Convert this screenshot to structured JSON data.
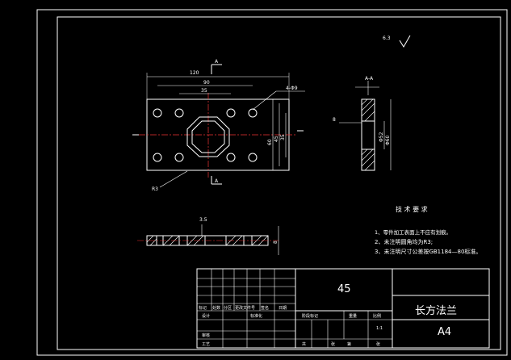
{
  "drawing": {
    "roughness_top": "6.3",
    "tech_title": "技 术 要 求",
    "requirements": [
      "1、零件加工表面上不应有划痕。",
      "2、未注明圆角均为R3;",
      "3、未注明尺寸公差按GB1184—80标准。"
    ],
    "front_view": {
      "dim_overall_width": "120",
      "dim_hole_span": "90",
      "dim_inner_span": "35",
      "dim_height_outer": "60",
      "dim_height_mid": "45",
      "dim_height_inner": "35",
      "callout_holes": "4-Φ9",
      "callout_chamfer": "R3",
      "section_mark": "A"
    },
    "side_view": {
      "section_label": "A-A",
      "dim_thickness": "8",
      "dim_d1": "Φ52",
      "dim_d2": "Φ60"
    },
    "bottom_view": {
      "dim_depth": "8",
      "label": "3.5"
    },
    "title_block": {
      "material": "45",
      "part_name": "长方法兰",
      "sheet_size": "A4",
      "scale": "1:1",
      "col_labels": [
        "标记",
        "处数",
        "分区",
        "更改文件号",
        "签名",
        "日期"
      ],
      "row_design": "设计",
      "row_standard": "标准化",
      "row_review": "审核",
      "row_process": "工艺",
      "stage_mark": "阶段标记",
      "weight": "重量",
      "ratio": "比例",
      "total": "共",
      "sheet": "张",
      "page": "第",
      "page2": "张"
    }
  }
}
